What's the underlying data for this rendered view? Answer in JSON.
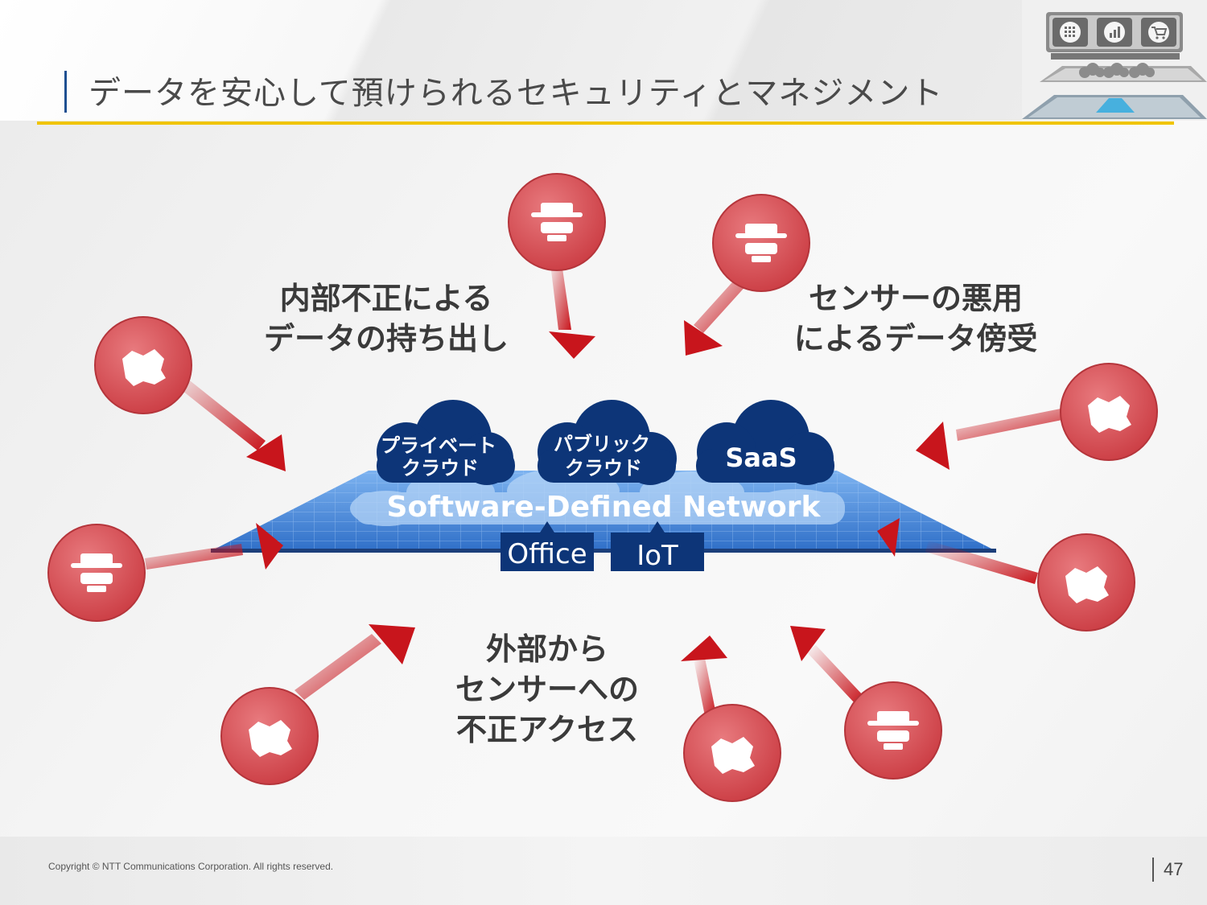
{
  "slide": {
    "title": "データを安心して預けられるセキュリティとマネジメント",
    "copyright": "Copyright © NTT Communications Corporation. All rights reserved.",
    "page_number": "47"
  },
  "threat_labels": {
    "internal": [
      "内部不正による",
      "データの持ち出し"
    ],
    "sensor_abuse": [
      "センサーの悪用",
      "によるデータ傍受"
    ],
    "external": [
      "外部から",
      "センサーへの",
      "不正アクセス"
    ]
  },
  "network": {
    "sdn_label": "Software-Defined Network",
    "clouds": [
      [
        "プライベート",
        "クラウド"
      ],
      [
        "パブリック",
        "クラウド"
      ],
      [
        "SaaS"
      ]
    ],
    "office_label": "Office",
    "iot_label": "IoT"
  },
  "threat_icons": [
    "hacker-hat-icon",
    "virus-monster-icon"
  ],
  "colors": {
    "accent_yellow": "#f0c400",
    "title_bar_blue": "#1e4f91",
    "cloud_navy": "#0d3578",
    "threat_red": "#d2484e",
    "arrow_red": "#c8151c",
    "network_blue": "#4a8fe0"
  }
}
